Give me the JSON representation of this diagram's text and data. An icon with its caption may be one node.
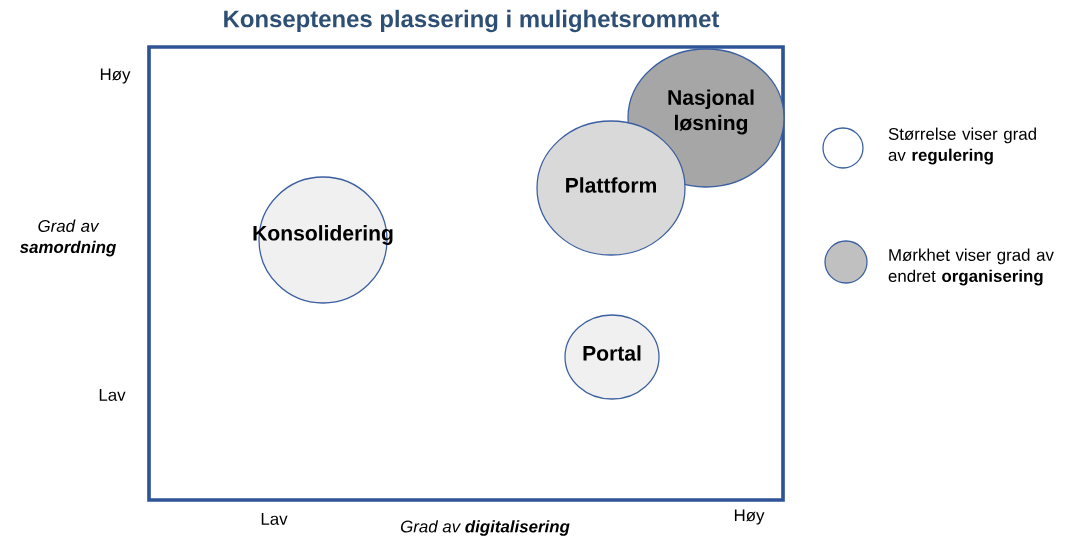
{
  "diagram": {
    "title": "Konseptenes plassering i mulighetsrommet",
    "nodes": [
      {
        "text": [
          "Nasjonal løsning"
        ]
      },
      {
        "text": [
          "Plattform"
        ]
      },
      {
        "text": [
          "Konsolidering"
        ]
      },
      {
        "text": [
          "Portal"
        ]
      }
    ],
    "labels": [
      "Høy",
      "Grad av **samordning**",
      "Lav",
      "Lav",
      "Grad av **digitalisering**",
      "Høy"
    ],
    "legend": [
      {
        "text": "Størrelse viser grad av **regulering**"
      },
      {
        "text": "Mørkhet viser grad av endret **organisering**",
        "color": "#c0c0c0"
      }
    ]
  }
}
